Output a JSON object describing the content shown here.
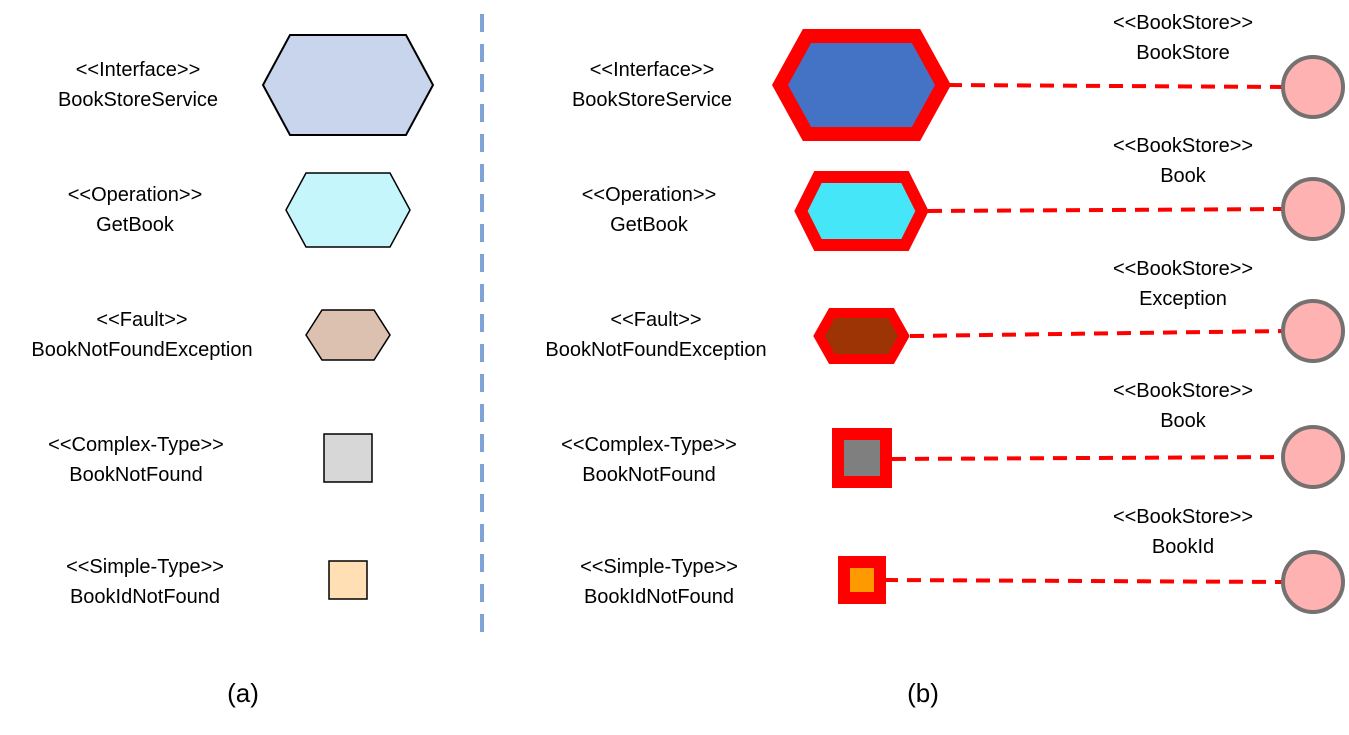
{
  "panel_a": {
    "caption": "(a)",
    "items": [
      {
        "stereotype": "<<Interface>>",
        "name": "BookStoreService",
        "fill": "#c9d5ec"
      },
      {
        "stereotype": "<<Operation>>",
        "name": "GetBook",
        "fill": "#c4f6fb"
      },
      {
        "stereotype": "<<Fault>>",
        "name": "BookNotFoundException",
        "fill": "#dcc1b1"
      },
      {
        "stereotype": "<<Complex-Type>>",
        "name": "BookNotFound",
        "fill": "#d7d7d7"
      },
      {
        "stereotype": "<<Simple-Type>>",
        "name": "BookIdNotFound",
        "fill": "#ffdfb3"
      }
    ]
  },
  "panel_b": {
    "caption": "(b)",
    "items": [
      {
        "stereotype": "<<Interface>>",
        "name": "BookStoreService",
        "fill": "#4472c4",
        "target_stereotype": "<<BookStore>>",
        "target_name": "BookStore"
      },
      {
        "stereotype": "<<Operation>>",
        "name": "GetBook",
        "fill": "#44e6f8",
        "target_stereotype": "<<BookStore>>",
        "target_name": "Book"
      },
      {
        "stereotype": "<<Fault>>",
        "name": "BookNotFoundException",
        "fill": "#9c3405",
        "target_stereotype": "<<BookStore>>",
        "target_name": "Exception"
      },
      {
        "stereotype": "<<Complex-Type>>",
        "name": "BookNotFound",
        "fill": "#7f7f7f",
        "target_stereotype": "<<BookStore>>",
        "target_name": "Book"
      },
      {
        "stereotype": "<<Simple-Type>>",
        "name": "BookIdNotFound",
        "fill": "#ff9900",
        "target_stereotype": "<<BookStore>>",
        "target_name": "BookId"
      }
    ]
  },
  "colors": {
    "highlight": "#ff0000",
    "divider": "#7fa3d6",
    "target_fill": "#ffb2b2",
    "target_stroke": "#767171",
    "outline": "#000000"
  }
}
